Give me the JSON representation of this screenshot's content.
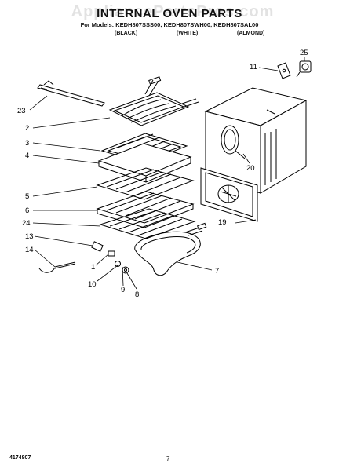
{
  "watermark": "AppliancePartsPros.com",
  "title": "INTERNAL OVEN PARTS",
  "subtitle": "For Models: KEDH807SSS00, KEDH807SWH00, KEDH807SAL00",
  "variants": [
    "(BLACK)",
    "(WHITE)",
    "(ALMOND)"
  ],
  "callouts": [
    "23",
    "2",
    "3",
    "4",
    "5",
    "6",
    "24",
    "13",
    "14",
    "1",
    "10",
    "9",
    "8",
    "7",
    "11",
    "25",
    "20",
    "19"
  ],
  "footer": {
    "part_number": "4174807",
    "page": "7"
  }
}
